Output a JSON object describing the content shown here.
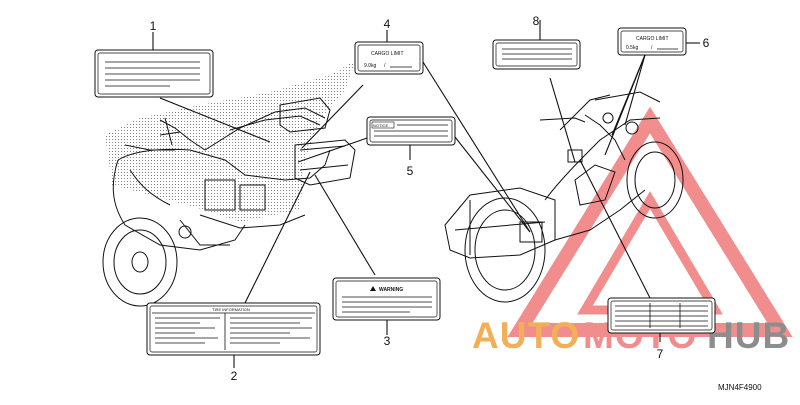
{
  "callouts": {
    "c1": "1",
    "c2": "2",
    "c3": "3",
    "c4": "4",
    "c5": "5",
    "c6": "6",
    "c7": "7",
    "c8": "8"
  },
  "labels": {
    "cargo_limit_4": {
      "title": "CARGO LIMIT",
      "value": "9.0kg",
      "sep": "/"
    },
    "cargo_limit_6": {
      "title": "CARGO LIMIT",
      "value": "0.5kg",
      "sep": "/"
    },
    "notice": "NOTICE",
    "warning": "WARNING",
    "tire_info": "TIRE INFORMATION"
  },
  "part_number": "MJN4F4900",
  "watermark": {
    "text_left": "AUTO",
    "text_mid": "MOTO",
    "text_right": "HUB",
    "color_orange": "#f2a23a",
    "color_pink": "#f07a7a",
    "color_gray": "#7a7a7a"
  }
}
